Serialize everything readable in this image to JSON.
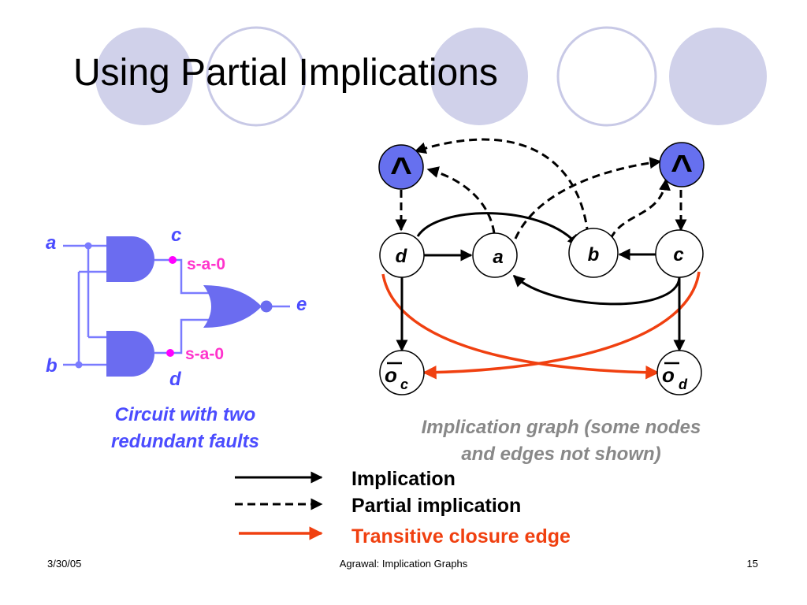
{
  "slide": {
    "title": "Using Partial Implications",
    "footer_date": "3/30/05",
    "footer_center": "Agrawal: Implication Graphs",
    "footer_page": "15"
  },
  "colors": {
    "decor_fill": "#d0d1ea",
    "decor_stroke": "#c8c9e6",
    "gate_fill": "#6b6cf0",
    "wire": "#7a7bff",
    "fault_dot": "#ff00ff",
    "fault_text": "#ff33cc",
    "circuit_caption": "#4b4cff",
    "graph_caption": "#888888",
    "and_node_fill": "#6670ef",
    "red_edge": "#f04010"
  },
  "circuit": {
    "input_a": "a",
    "input_b": "b",
    "net_c": "c",
    "net_d": "d",
    "output_e": "e",
    "fault_c": "s-a-0",
    "fault_d": "s-a-0",
    "caption_line1": "Circuit with two",
    "caption_line2": "redundant faults"
  },
  "graph": {
    "and_symbol": "^",
    "node_d": "d",
    "node_a": "a",
    "node_b": "b",
    "node_c": "c",
    "node_oc_main": "o",
    "node_oc_sub": "c",
    "node_od_main": "o",
    "node_od_sub": "d",
    "caption_line1": "Implication graph (some nodes",
    "caption_line2": "and edges not shown)"
  },
  "legend": {
    "implication": "Implication",
    "partial": "Partial implication",
    "transitive": "Transitive closure edge"
  }
}
